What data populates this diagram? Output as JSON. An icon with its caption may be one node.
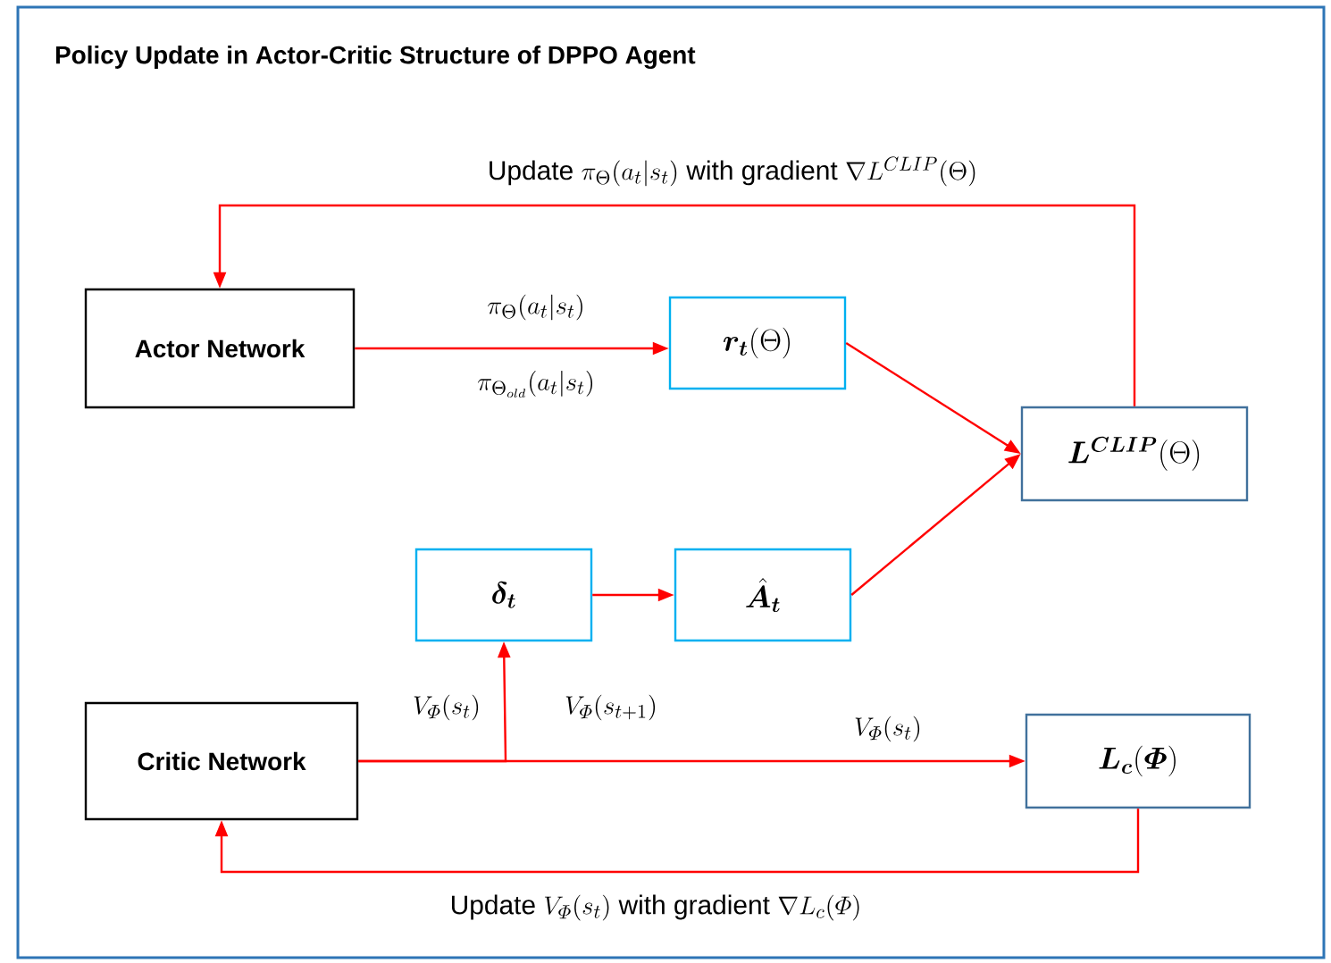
{
  "diagram": {
    "title": "Policy Update in Actor-Critic Structure of DPPO Agent",
    "nodes": [
      {
        "text": [
          "Actor Network"
        ]
      },
      {
        "text": [
          "\\bm{r_t}(\\Theta)"
        ]
      },
      {
        "text": [
          "\\bm{L^{CLIP}}(\\Theta)"
        ]
      },
      {
        "text": [
          "\\bm{\\delta_t}"
        ]
      },
      {
        "text": [
          "\\bm{\\hat{A}_t}"
        ]
      },
      {
        "text": [
          "Critic Network"
        ]
      },
      {
        "text": [
          "\\bm{L_c}(\\bm{\\varPhi})"
        ]
      }
    ],
    "edges": [
      {
        "from": 2,
        "to": 0,
        "arrow": "to",
        "label": "\\text{Update } \\pi_{\\Theta}(a_t|s_t) \\text{ with gradient } \\nabla L^{CLIP}(\\Theta)"
      },
      {
        "from": 0,
        "to": 1,
        "arrow": "to",
        "label": "\\pi_{\\Theta}(a_t|s_t)"
      },
      {
        "from": 1,
        "to": 2,
        "arrow": "to"
      },
      {
        "from": 3,
        "to": 4,
        "arrow": "to"
      },
      {
        "from": 4,
        "to": 2,
        "arrow": "to"
      },
      {
        "from": 5,
        "to": 3,
        "arrow": "to",
        "label": "V_{\\varPhi}(s_t)"
      },
      {
        "from": 5,
        "to": 6,
        "arrow": "to",
        "label": "V_{\\varPhi}(s_t)"
      },
      {
        "from": 6,
        "to": 5,
        "arrow": "to",
        "label": "\\text{Update } V_{\\varPhi}(s_t) \\text{ with gradient } \\nabla L_c(\\varPhi)"
      }
    ],
    "labels": [
      "\\pi_{\\Theta_{old}}(a_t|s_t)",
      "V_{\\varPhi}(s_{t+1})"
    ]
  }
}
